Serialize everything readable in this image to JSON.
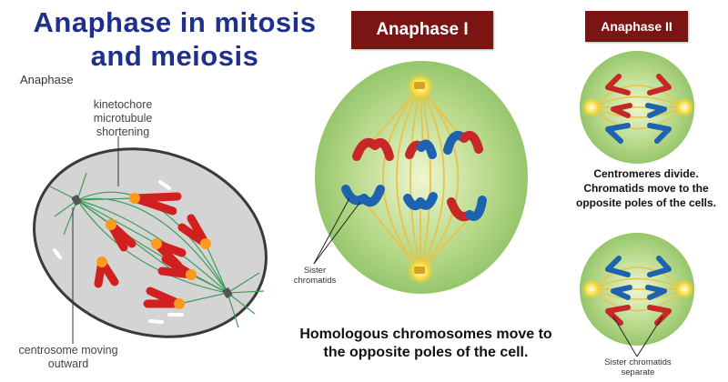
{
  "title": "Anaphase in mitosis and meiosis",
  "mitosis_panel": {
    "label": "Anaphase",
    "annotation_top": "kinetochore microtubule shortening",
    "annotation_bottom": "centrosome moving outward"
  },
  "meiosis_one": {
    "banner": "Anaphase I",
    "label": "Sister chromatids",
    "caption": "Homologous chromosomes move to the opposite poles of the cell."
  },
  "meiosis_two": {
    "banner": "Anaphase II",
    "caption": "Centromeres divide. Chromatids move to the opposite poles of the cells.",
    "label": "Sister chromatids separate"
  },
  "colors": {
    "title": "#1f2f8c",
    "banner": "#7a1514",
    "cell_green": "#9ccc65",
    "chromosome_red": "#c62828",
    "chromosome_blue": "#1e63b0",
    "kinetochore_orange": "#ff9a1f",
    "cell_gray": "#d4d4d4"
  }
}
